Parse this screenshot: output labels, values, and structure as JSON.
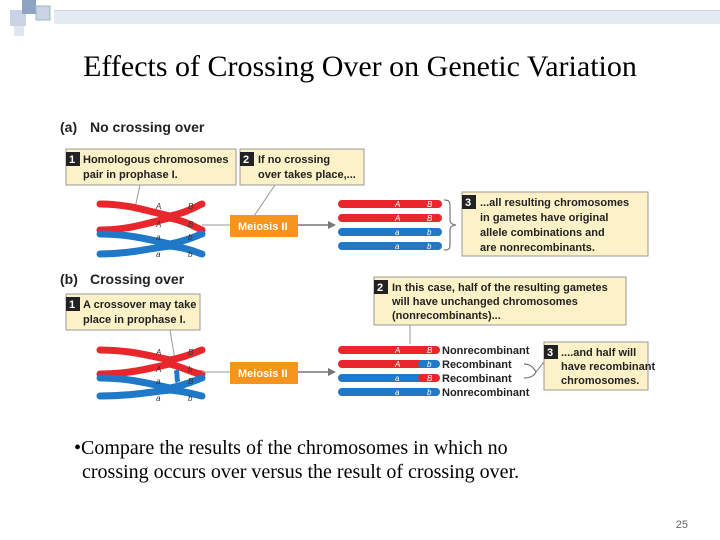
{
  "slide": {
    "title": "Effects of Crossing Over on Genetic Variation",
    "bullet_line1": "•Compare the results of the chromosomes in which no",
    "bullet_line2": "crossing occurs over versus the result of crossing over.",
    "page_number": "25"
  },
  "figure": {
    "panel_a": {
      "letter": "(a)",
      "heading": "No crossing over",
      "step1": {
        "num": "1",
        "line1": "Homologous chromosomes",
        "line2": "pair in prophase I."
      },
      "step2": {
        "num": "2",
        "line1": "If no crossing",
        "line2": "over takes place,..."
      },
      "step3": {
        "num": "3",
        "line1": "...all resulting chromosomes",
        "line2": "in gametes have original",
        "line3": "allele combinations and",
        "line4": "are nonrecombinants."
      },
      "meiosis_label": "Meiosis II"
    },
    "panel_b": {
      "letter": "(b)",
      "heading": "Crossing over",
      "step1": {
        "num": "1",
        "line1": "A crossover may take",
        "line2": "place in prophase I."
      },
      "step2": {
        "num": "2",
        "line1": "In this case, half of the resulting gametes",
        "line2": "will have unchanged chromosomes",
        "line3": "(nonrecombinants)..."
      },
      "step3": {
        "num": "3",
        "line1": "....and half will",
        "line2": "have recombinant",
        "line3": "chromosomes."
      },
      "meiosis_label": "Meiosis II",
      "results": [
        "Nonrecombinant",
        "Recombinant",
        "Recombinant",
        "Nonrecombinant"
      ]
    },
    "alleles": {
      "A": "A",
      "B": "B",
      "a": "a",
      "b": "b"
    },
    "colors": {
      "red": "#e8262b",
      "blue": "#1f78c8",
      "note_fill": "#fdf1c7",
      "number_box": "#222222",
      "meiosis_box": "#f7941d"
    }
  }
}
